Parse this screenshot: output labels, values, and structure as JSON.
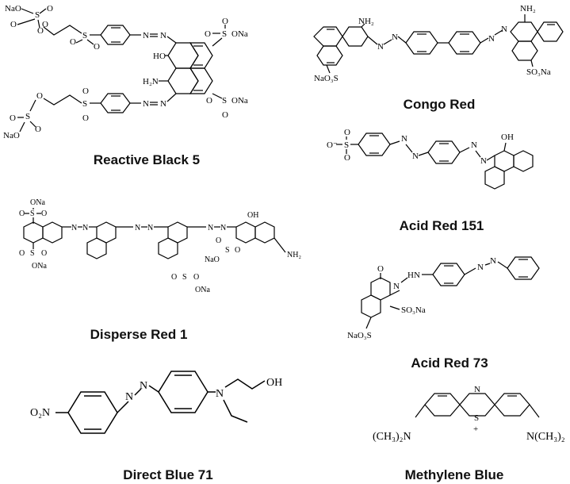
{
  "figure": {
    "captions": {
      "reactive_black_5": "Reactive Black 5",
      "congo_red": "Congo Red",
      "acid_red_151": "Acid Red 151",
      "disperse_red_1": "Disperse Red 1",
      "acid_red_73": "Acid Red 73",
      "direct_blue_71": "Direct Blue 71",
      "methylene_blue": "Methylene Blue"
    },
    "atoms": {
      "rb5": {
        "nao_top": "NaO",
        "s": "S",
        "o": "O",
        "o2": "O",
        "oo": "O",
        "so2": "S",
        "o_s1": "O",
        "o_s2": "O",
        "n1": "N",
        "n2": "N",
        "so3na_r1": "S",
        "ona_r1": "ONa",
        "o_r1a": "O",
        "o_r1b": "O",
        "ho": "HO",
        "h2n": "H₂N",
        "so3na_r2": "S",
        "ona_r2": "ONa",
        "o_r2a": "O",
        "o_r2b": "O",
        "nao_bot": "NaO",
        "s_b": "S",
        "o_b1": "O",
        "o_b2": "O",
        "o_b3": "O",
        "so2_b": "S",
        "o_sb1": "O",
        "o_sb2": "O",
        "n3": "N",
        "n4": "N"
      },
      "congo": {
        "nh2_l": "NH₂",
        "nh2_r": "NH₂",
        "so3na_l": "NaO₃S",
        "so3na_r": "SO₃Na",
        "n1": "N",
        "n2": "N",
        "n3": "N",
        "n4": "N"
      },
      "ar151": {
        "o_minus": "O⁻",
        "s": "S",
        "o1": "O",
        "o2": "O",
        "n1": "N",
        "n2": "N",
        "n3": "N",
        "n4": "N",
        "oh": "OH"
      },
      "dr1": {
        "ona_top": "ONa",
        "s1": "S",
        "o1": "O",
        "o2": "O",
        "s2": "S",
        "o3": "O",
        "o4": "O",
        "ona2": "ONa",
        "n1": "N",
        "n2": "N",
        "n3": "N",
        "n4": "N",
        "n5": "N",
        "n6": "N",
        "oh": "OH",
        "nao": "NaO",
        "s3": "S",
        "o5": "O",
        "o6": "O",
        "s4": "S",
        "o7": "O",
        "o8": "O",
        "ona4": "ONa",
        "nh2": "NH₂"
      },
      "ar73": {
        "o": "O",
        "hn": "HN",
        "n1": "N",
        "n2": "N",
        "n3": "N",
        "so3na": "SO₃Na",
        "nao3s": "NaO₃S"
      },
      "db71": {
        "o2n": "O₂N",
        "n1": "N",
        "n2": "N",
        "n3": "N",
        "oh": "OH"
      },
      "mb": {
        "n_top": "N",
        "s": "S",
        "plus": "+",
        "nme2_l": "(CH₃)₂N",
        "nme2_r": "N(CH₃)₂"
      }
    }
  }
}
